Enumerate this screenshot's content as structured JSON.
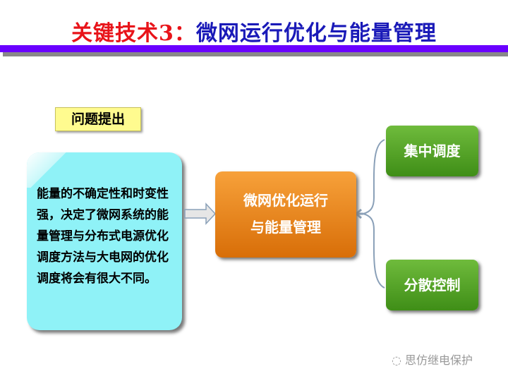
{
  "title": {
    "prefix": "关键技术3：",
    "main": "微网运行优化与能量管理"
  },
  "problem_label": "问题提出",
  "description": "能量的不确定性和时变性强，决定了微网系统的能量管理与分布式电源优化调度方法与大电网的优化调度将会有很大不同。",
  "center": {
    "line1": "微网优化运行",
    "line2": "与能量管理"
  },
  "branches": [
    "集中调度",
    "分散控制"
  ],
  "watermark": "思仿继电保护"
}
